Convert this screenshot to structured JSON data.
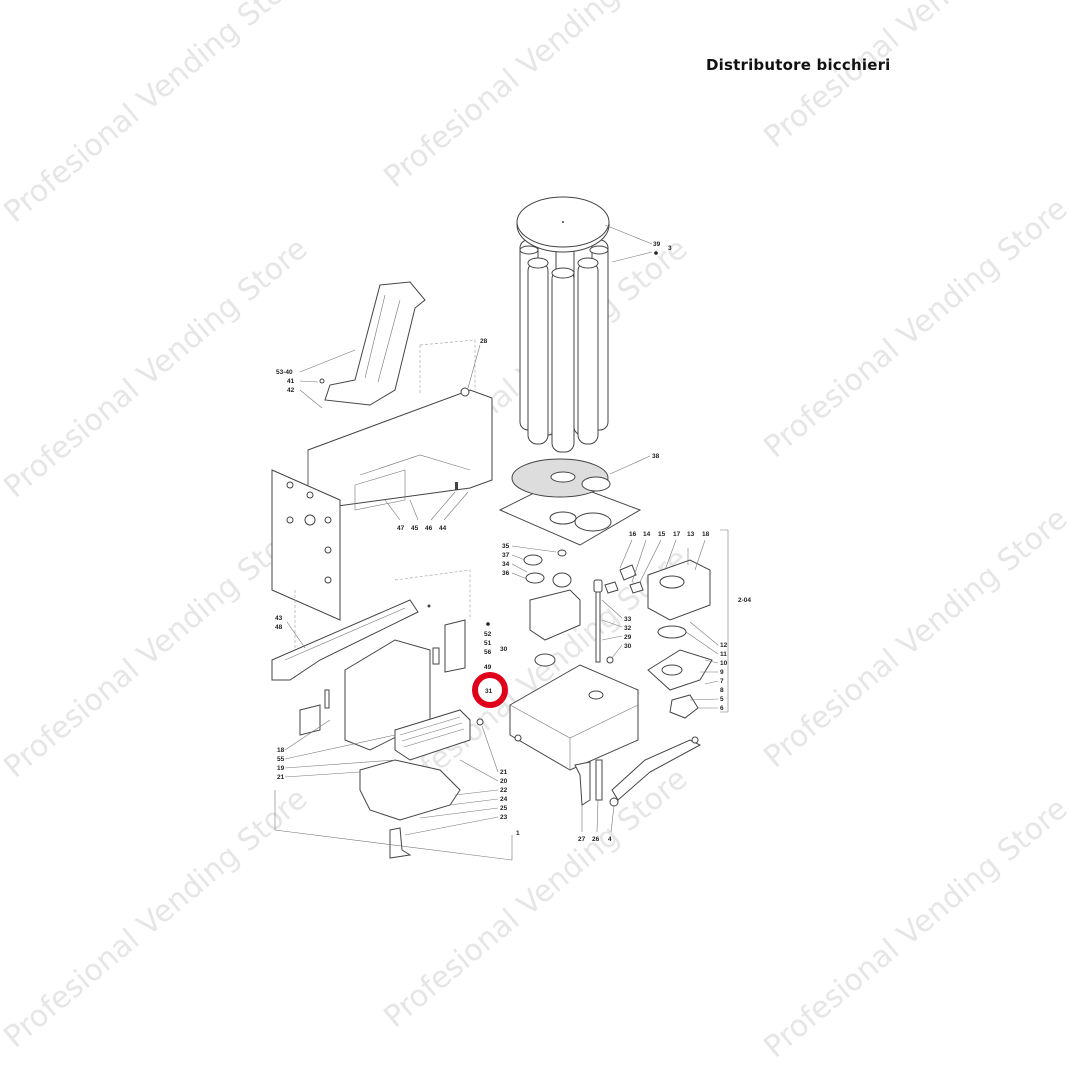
{
  "title": "Distributore bicchieri",
  "watermark": "Profesional Vending Store",
  "highlight": {
    "label": "31",
    "color": "#e0001a"
  },
  "labels": {
    "cup_column": [
      "39",
      "3"
    ],
    "disc": "38",
    "ring_top": "28",
    "chute": [
      "53-40",
      "41",
      "42"
    ],
    "frame_bottom": [
      "47",
      "45",
      "46",
      "44"
    ],
    "left_side": [
      "43",
      "48"
    ],
    "center_stack": [
      "52",
      "51",
      "56",
      "49"
    ],
    "center_side": "30",
    "gear_stack": [
      "35",
      "37",
      "34",
      "36"
    ],
    "motor_group_top": [
      "16",
      "14",
      "15",
      "17",
      "13",
      "18"
    ],
    "motor_group_side": "2-04",
    "motor_group_right": [
      "12",
      "11",
      "10",
      "9",
      "7",
      "8",
      "5",
      "6"
    ],
    "shaft": [
      "33",
      "32",
      "29",
      "30"
    ],
    "lower_left": [
      "18",
      "55",
      "19",
      "21"
    ],
    "lower_right": [
      "21",
      "20",
      "22",
      "24",
      "25",
      "23"
    ],
    "base_group": "1",
    "bottom_parts": [
      "27",
      "26",
      "4"
    ]
  }
}
